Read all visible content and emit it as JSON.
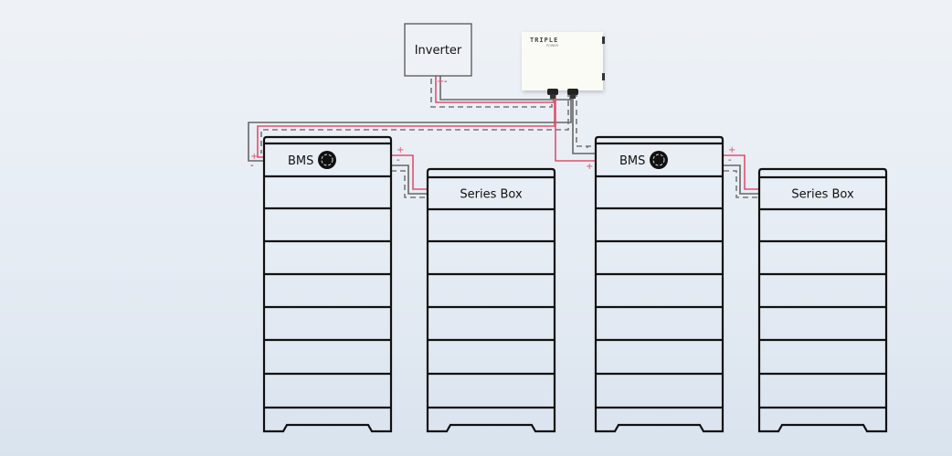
{
  "inverter": {
    "label": "Inverter"
  },
  "combiner": {
    "brand": "TRIPLE",
    "sub": "POWER"
  },
  "stacks": [
    {
      "head_label": "BMS",
      "type": "bms"
    },
    {
      "head_label": "Series Box",
      "type": "series"
    },
    {
      "head_label": "BMS",
      "type": "bms"
    },
    {
      "head_label": "Series Box",
      "type": "series"
    }
  ],
  "polarity": {
    "plus": "+",
    "minus": "-"
  },
  "colors": {
    "positive": "#e0506e",
    "negative": "#666666",
    "outline": "#111111"
  }
}
